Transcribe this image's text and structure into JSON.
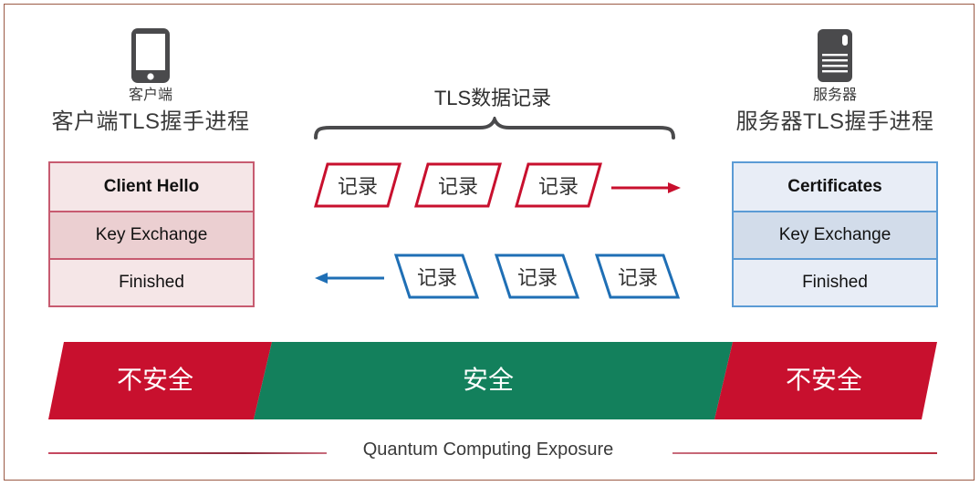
{
  "client": {
    "icon": "smartphone-icon",
    "label": "客户端",
    "title": "客户端TLS握手进程",
    "steps": [
      "Client Hello",
      "Key Exchange",
      "Finished"
    ],
    "border_color": "#c75b70"
  },
  "server": {
    "icon": "server-icon",
    "label": "服务器",
    "title": "服务器TLS握手进程",
    "steps": [
      "Certificates",
      "Key Exchange",
      "Finished"
    ],
    "border_color": "#5b9bd5"
  },
  "records": {
    "title": "TLS数据记录",
    "outgoing": [
      "记录",
      "记录",
      "记录"
    ],
    "incoming": [
      "记录",
      "记录",
      "记录"
    ],
    "outgoing_color": "#c8102e",
    "incoming_color": "#1f6fb5"
  },
  "security_band": {
    "segments": [
      {
        "label": "不安全",
        "color": "#c8102e"
      },
      {
        "label": "安全",
        "color": "#13805c"
      },
      {
        "label": "不安全",
        "color": "#c8102e"
      }
    ]
  },
  "footer": {
    "label": "Quantum Computing Exposure"
  }
}
